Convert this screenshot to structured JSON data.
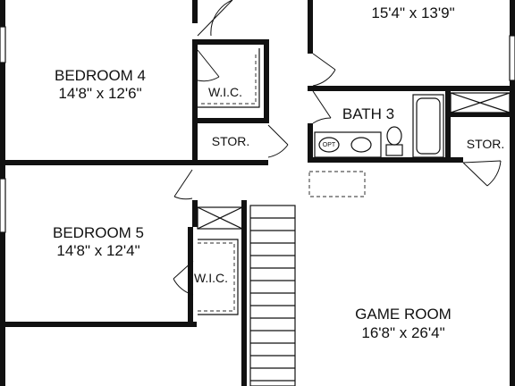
{
  "rooms": {
    "bedroom_top": {
      "dims": "15'4\" x 13'9\""
    },
    "bedroom4": {
      "name": "BEDROOM 4",
      "dims": "14'8\" x 12'6\""
    },
    "bedroom5": {
      "name": "BEDROOM 5",
      "dims": "14'8\" x 12'4\""
    },
    "bath3": {
      "name": "BATH 3"
    },
    "game_room": {
      "name": "GAME ROOM",
      "dims": "16'8\" x 26'4\""
    },
    "wic_upper": {
      "name": "W.I.C."
    },
    "wic_lower": {
      "name": "W.I.C."
    },
    "stor_left": {
      "name": "STOR."
    },
    "stor_right": {
      "name": "STOR."
    }
  },
  "fixtures": {
    "opt_label": "OPT"
  }
}
